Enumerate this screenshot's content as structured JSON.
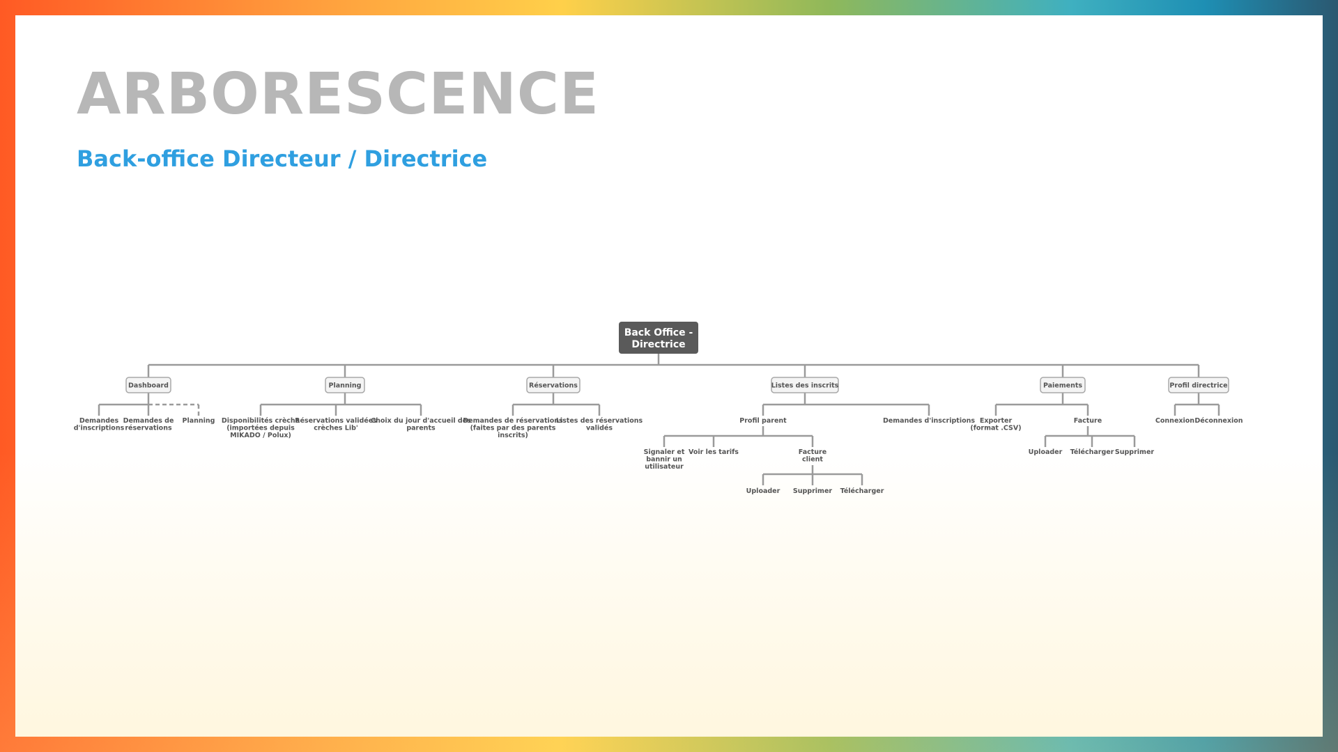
{
  "page": {
    "title": "ARBORESCENCE",
    "subtitle": "Back-office Directeur / Directrice"
  },
  "colors": {
    "title": "#b7b7b7",
    "subtitle": "#2f9fe0",
    "root_box": "#5a5a5a",
    "node_box": "#f4f4f4",
    "line": "#9a9a9a",
    "text": "#555555"
  },
  "tree": {
    "root": [
      "Back Office -",
      "Directrice"
    ],
    "sections": {
      "dashboard": {
        "label": "Dashboard",
        "children": {
          "demandes_inscriptions": [
            "Demandes",
            "d'inscriptions"
          ],
          "demandes_reservations": [
            "Demandes de",
            "réservations"
          ],
          "planning": [
            "Planning"
          ]
        }
      },
      "planning": {
        "label": "Planning",
        "children": {
          "disponibilites": [
            "Disponibilités crèche",
            "(importées depuis",
            "MIKADO / Polux)"
          ],
          "reservations_validees": [
            "Réservations validées",
            "crèches Lib'"
          ],
          "choix_jour": [
            "Choix du jour d'accueil des",
            "parents"
          ]
        }
      },
      "reservations": {
        "label": "Réservations",
        "children": {
          "demandes_reservations": [
            "Demandes de réservations",
            "(faites par des parents",
            "inscrits)"
          ],
          "listes_validees": [
            "Listes des réservations",
            "validés"
          ]
        }
      },
      "listes_inscrits": {
        "label": "Listes des inscrits",
        "children": {
          "profil_parent": [
            "Profil parent"
          ],
          "demandes_inscriptions": [
            "Demandes d'inscriptions"
          ]
        },
        "profil_parent_children": {
          "signaler": [
            "Signaler et",
            "bannir un",
            "utilisateur"
          ],
          "voir_tarifs": [
            "Voir les tarifs"
          ],
          "facture_client": [
            "Facture",
            "client"
          ]
        },
        "facture_client_children": {
          "uploader": [
            "Uploader"
          ],
          "supprimer": [
            "Supprimer"
          ],
          "telecharger": [
            "Télécharger"
          ]
        }
      },
      "paiements": {
        "label": "Paiements",
        "children": {
          "exporter": [
            "Exporter",
            "(format .CSV)"
          ],
          "facture": [
            "Facture"
          ]
        },
        "facture_children": {
          "uploader": [
            "Uploader"
          ],
          "telecharger": [
            "Télécharger"
          ],
          "supprimer": [
            "Supprimer"
          ]
        }
      },
      "profil_directrice": {
        "label": "Profil directrice",
        "children": {
          "connexion": [
            "Connexion"
          ],
          "deconnexion": [
            "Déconnexion"
          ]
        }
      }
    }
  }
}
